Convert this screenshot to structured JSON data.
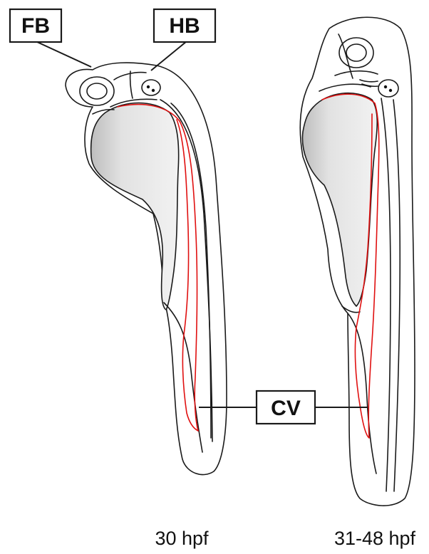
{
  "labels": {
    "forebrain": "FB",
    "hindbrain": "HB",
    "caudal_vein": "CV"
  },
  "stages": {
    "left": "30 hpf",
    "right": "31-48 hpf"
  },
  "colors": {
    "outline": "#1a1a1a",
    "yolk": "#e4e4e4",
    "vessel": "#e01010",
    "background": "#ffffff"
  }
}
